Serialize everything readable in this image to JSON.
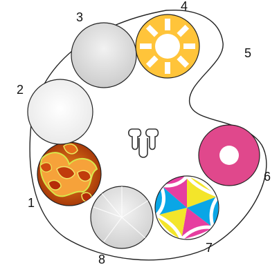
{
  "diagram": {
    "slots": [
      {
        "id": "1",
        "label": "1",
        "content": "orange-cellular-pattern"
      },
      {
        "id": "2",
        "label": "2",
        "content": "clear"
      },
      {
        "id": "3",
        "label": "3",
        "content": "light-gray"
      },
      {
        "id": "4",
        "label": "4",
        "content": "yellow-sun-pattern"
      },
      {
        "id": "6",
        "label": "6",
        "content": "magenta-ring-gobo"
      },
      {
        "id": "7",
        "label": "7",
        "content": "cmy-color-wheel"
      },
      {
        "id": "8",
        "label": "8",
        "content": "frosted-gray"
      }
    ],
    "extra_label": {
      "id": "5",
      "label": "5",
      "content": "wheel-body"
    }
  },
  "colors": {
    "outline": "#222222",
    "sun_yellow": "#ffc43a",
    "magenta": "#e0488c",
    "cyan": "#0aa6e6",
    "yellow": "#f3e52a",
    "pink": "#e63ea0",
    "clear": "#f2f2f2",
    "light_gray": "#dcdcdc",
    "frost": "#dedede"
  }
}
